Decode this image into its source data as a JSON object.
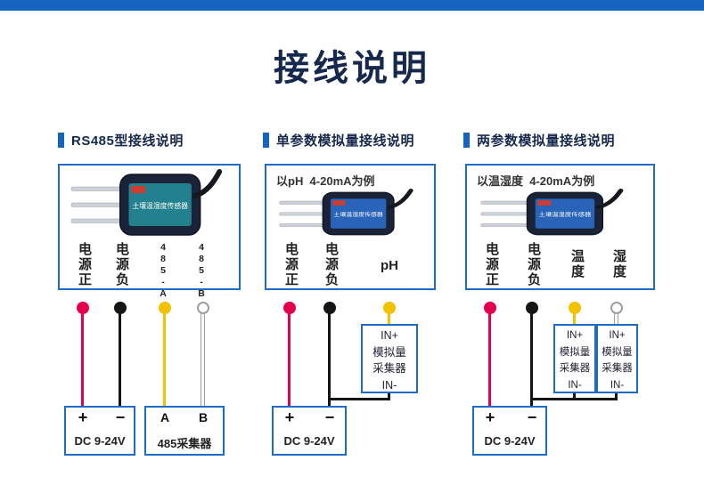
{
  "colors": {
    "top_bar_blue": "#1565c0",
    "title_navy": "#16294d",
    "box_border_blue": "#1e6bc8",
    "wire_red": "#e5004f",
    "wire_black": "#151515",
    "wire_yellow": "#f2c200",
    "wire_white": "#ffffff"
  },
  "page": {
    "title": "接线说明"
  },
  "sections": [
    {
      "header": "RS485型接线说明",
      "sensor_label": "土壤温湿度传感器",
      "terminals": [
        {
          "label": "电源正"
        },
        {
          "label": "电源负"
        },
        {
          "label": "485-A"
        },
        {
          "label": "485-B"
        }
      ],
      "power_box": {
        "plus": "+",
        "minus": "−",
        "label": "DC 9-24V"
      },
      "collector_box": {
        "a": "A",
        "b": "B",
        "label": "485采集器"
      }
    },
    {
      "header": "单参数模拟量接线说明",
      "note": "以pH  4-20mA为例",
      "sensor_label": "土壤温湿度传感器",
      "terminals": [
        {
          "label": "电源正"
        },
        {
          "label": "电源负"
        },
        {
          "label": "pH"
        }
      ],
      "in_box": {
        "l1": "IN+",
        "l2": "模拟量",
        "l3": "采集器",
        "l4": "IN-"
      },
      "power_box": {
        "plus": "+",
        "minus": "−",
        "label": "DC 9-24V"
      }
    },
    {
      "header": "两参数模拟量接线说明",
      "note": "以温湿度  4-20mA为例",
      "sensor_label": "土壤温湿度传感器",
      "terminals": [
        {
          "label": "电源正"
        },
        {
          "label": "电源负"
        },
        {
          "label": "温度"
        },
        {
          "label": "湿度"
        }
      ],
      "in_box_1": {
        "l1": "IN+",
        "l2": "模拟量",
        "l3": "采集器",
        "l4": "IN-"
      },
      "in_box_2": {
        "l1": "IN+",
        "l2": "模拟量",
        "l3": "采集器",
        "l4": "IN-"
      },
      "power_box": {
        "plus": "+",
        "minus": "−",
        "label": "DC 9-24V"
      }
    }
  ]
}
